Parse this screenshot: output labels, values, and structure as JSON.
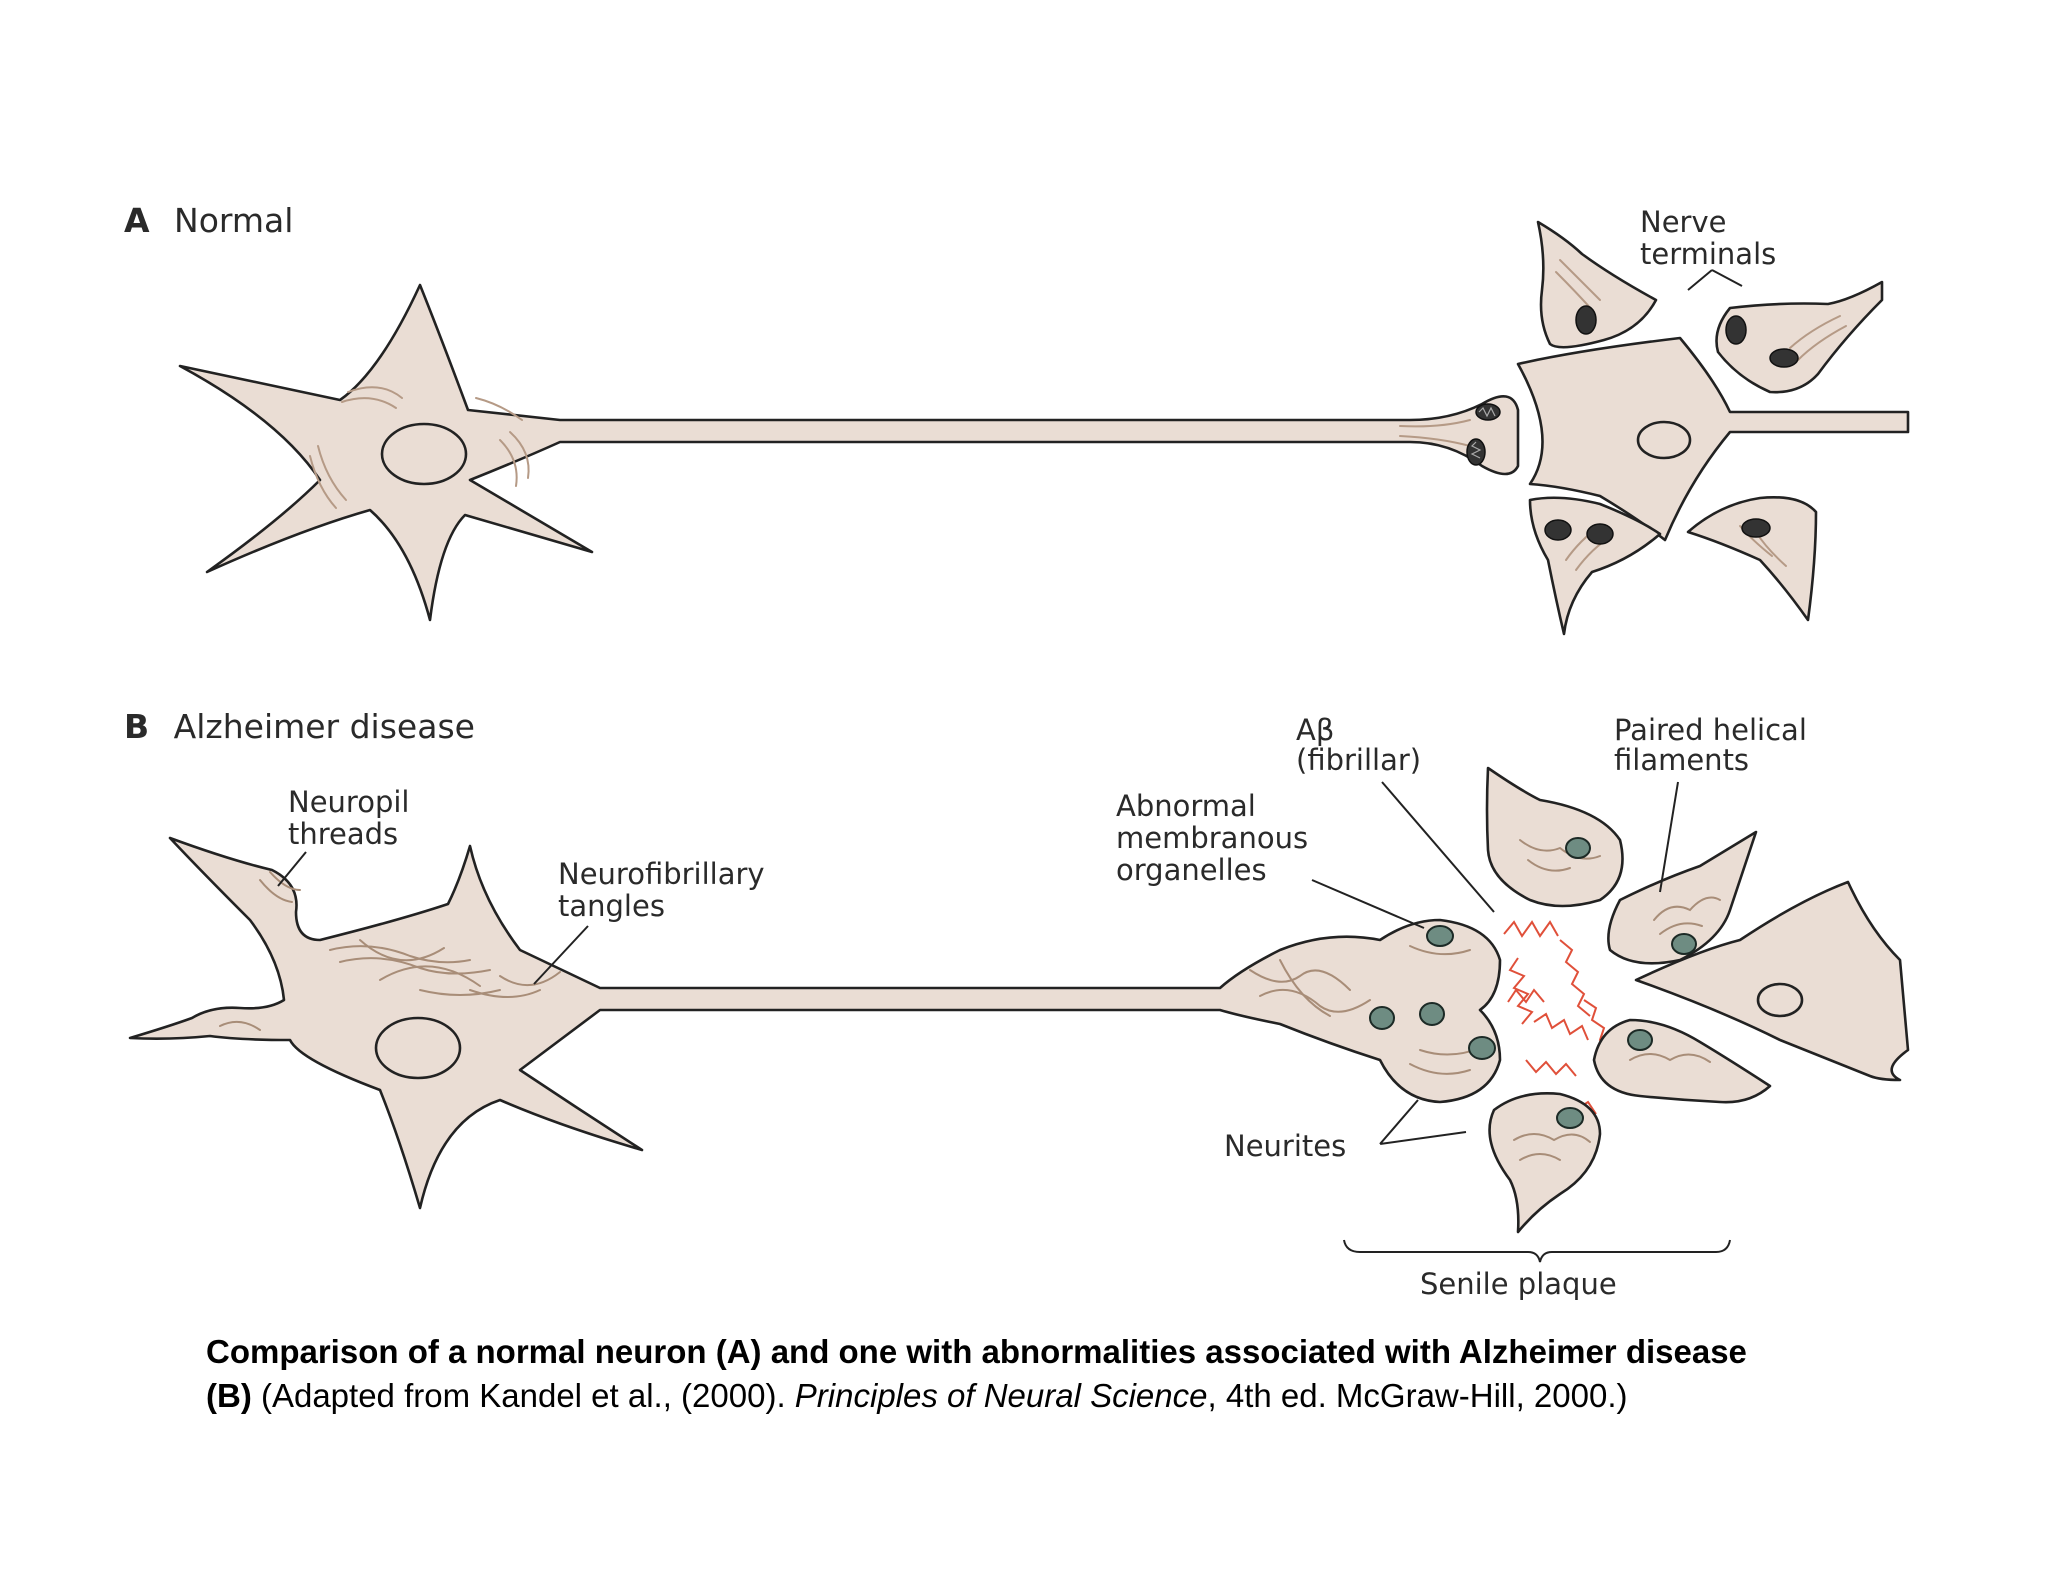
{
  "panel_a": {
    "letter": "A",
    "title": "Normal"
  },
  "panel_b": {
    "letter": "B",
    "title": "Alzheimer disease"
  },
  "labels": {
    "nerve_terminals": [
      "Nerve",
      "terminals"
    ],
    "neuropil_threads": [
      "Neuropil",
      "threads"
    ],
    "neurofibrillary_tangles": [
      "Neurofibrillary",
      "tangles"
    ],
    "abeta": [
      "Aβ",
      "(fibrillar)"
    ],
    "paired_helical": [
      "Paired helical",
      "filaments"
    ],
    "abnormal_organelles": [
      "Abnormal",
      "membranous",
      "organelles"
    ],
    "neurites": "Neurites",
    "senile_plaque": "Senile plaque"
  },
  "caption": {
    "bold_line": "Comparison of a normal neuron (A) and one with abnormalities associated with Alzheimer disease",
    "bold_start": "(B)",
    "plain_1": " (Adapted from Kandel et al., (2000). ",
    "italic": "Principles of Neural Science",
    "plain_2": ", 4th ed. McGraw-Hill, 2000.)"
  },
  "colors": {
    "cell": "#eaddd4",
    "outline": "#222222",
    "amyloid": "#e0503a",
    "organelle": "#6e8c82"
  }
}
